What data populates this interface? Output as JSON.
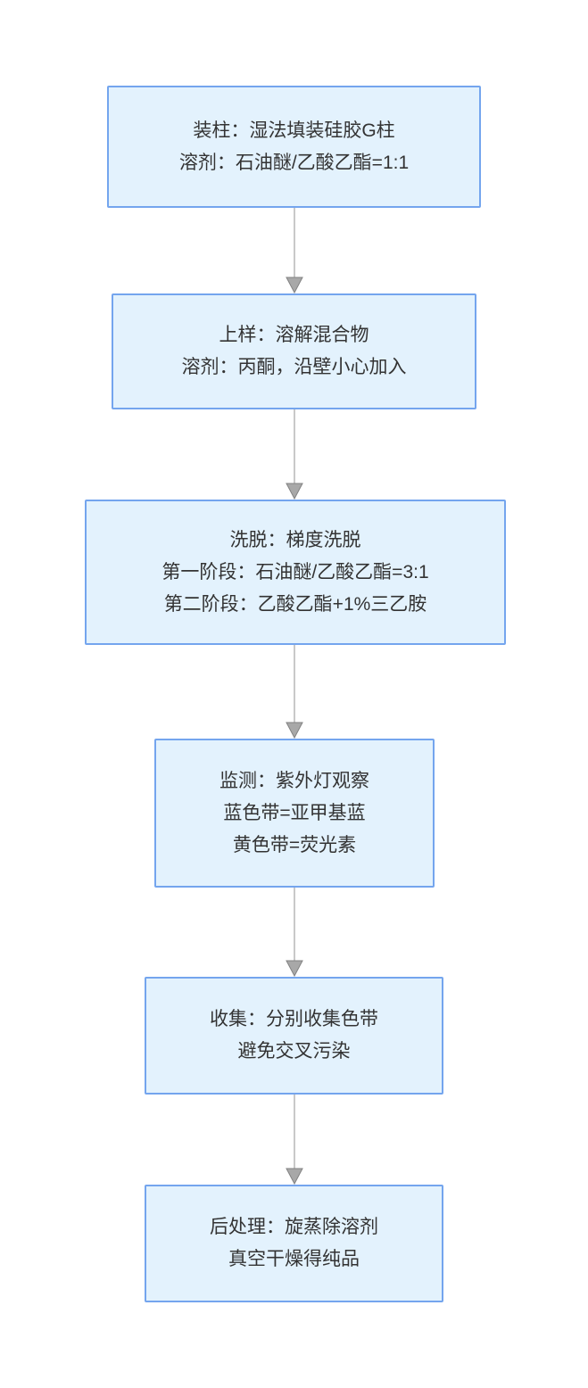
{
  "flowchart": {
    "description": "Column chromatography procedure flowchart",
    "colors": {
      "node_fill": "#e3f2fd",
      "node_border": "#74a5ee",
      "text": "#333333",
      "arrow_line": "#c9c9c9",
      "arrow_head_fill": "#a8a8a8",
      "arrow_head_stroke": "#828282",
      "background": "#ffffff"
    },
    "steps": [
      {
        "id": "pack-column",
        "lines": [
          "装柱：湿法填装硅胶G柱",
          "溶剂：石油醚/乙酸乙酯=1:1"
        ]
      },
      {
        "id": "load-sample",
        "lines": [
          "上样：溶解混合物",
          "溶剂：丙酮，沿壁小心加入"
        ]
      },
      {
        "id": "elution",
        "lines": [
          "洗脱：梯度洗脱",
          "第一阶段：石油醚/乙酸乙酯=3:1",
          "第二阶段：乙酸乙酯+1%三乙胺"
        ]
      },
      {
        "id": "monitor",
        "lines": [
          "监测：紫外灯观察",
          "蓝色带=亚甲基蓝",
          "黄色带=荧光素"
        ]
      },
      {
        "id": "collect",
        "lines": [
          "收集：分别收集色带",
          "避免交叉污染"
        ]
      },
      {
        "id": "workup",
        "lines": [
          "后处理：旋蒸除溶剂",
          "真空干燥得纯品"
        ]
      }
    ]
  }
}
